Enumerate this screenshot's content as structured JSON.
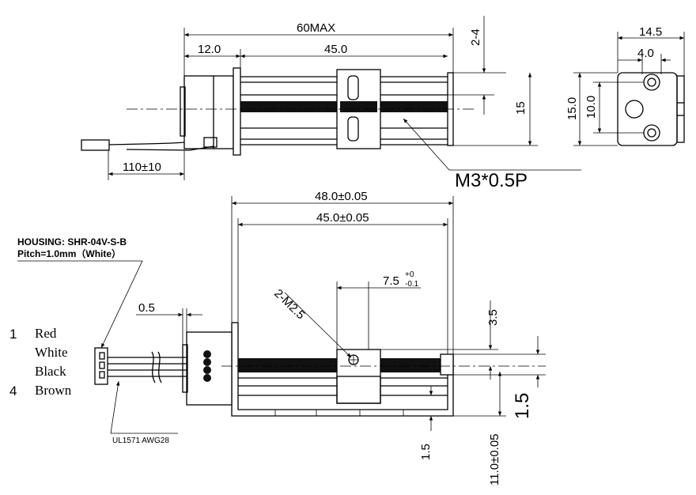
{
  "top_view": {
    "dim_overall": "60MAX",
    "dim_motor": "12.0",
    "dim_travel": "45.0",
    "dim_offset": "2-4",
    "dim_height": "15",
    "dim_cable": "110±10",
    "thread_callout": "M3*0.5P"
  },
  "end_view": {
    "dim_width": "14.5",
    "dim_hole": "4.0",
    "dim_outer": "15.0",
    "dim_inner": "10.0"
  },
  "front_view": {
    "dim_frame": "48.0±0.05",
    "dim_rail": "45.0±0.05",
    "dim_slider": "7.5",
    "tol_plus": "+0",
    "tol_minus": "-0.1",
    "hole_callout": "2-M2.5",
    "dim_gap": "0.5",
    "dim_right_a": "3.5",
    "dim_right_b": "1.5",
    "dim_bottom_a": "1.5",
    "dim_bottom_b": "11.0±0.05"
  },
  "connector": {
    "housing": "HOUSING: SHR-04V-S-B",
    "pitch": "Pitch=1.0mm（White）",
    "cable": "UL1571 AWG28",
    "pin_first": "1",
    "pin_last": "4",
    "wires": [
      "Red",
      "White",
      "Black",
      "Brown"
    ]
  }
}
